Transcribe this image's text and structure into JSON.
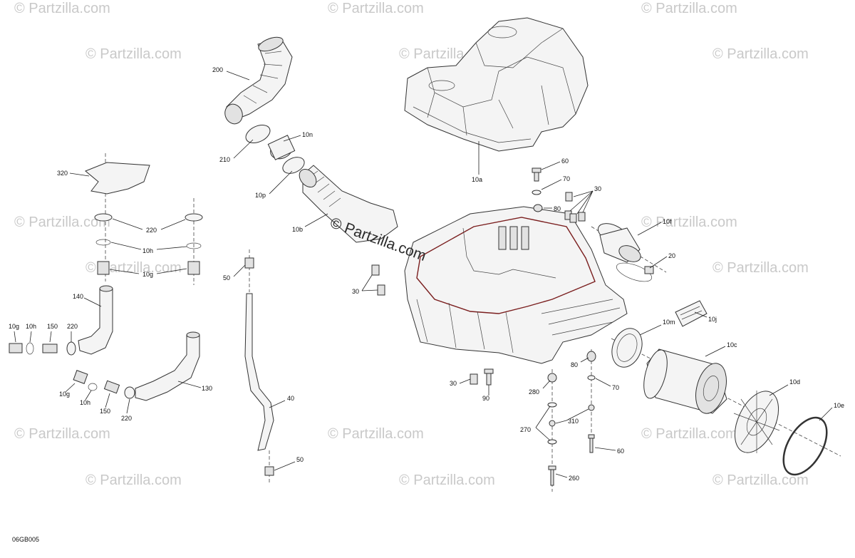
{
  "watermark": {
    "text": "© Partzilla.com",
    "main_text": "© Partzilla.com"
  },
  "diagram_code": "06GB005",
  "callouts": {
    "c200": "200",
    "c210": "210",
    "c10n": "10n",
    "c10p": "10p",
    "c10b": "10b",
    "c320": "320",
    "c220a": "220",
    "c10h_a": "10h",
    "c10g_a": "10g",
    "c140": "140",
    "c10g_b": "10g",
    "c10h_b": "10h",
    "c150_a": "150",
    "c220_b": "220",
    "c10g_c": "10g",
    "c10h_c": "10h",
    "c150_b": "150",
    "c220_c": "220",
    "c130": "130",
    "c50_a": "50",
    "c40": "40",
    "c50_b": "50",
    "c30_a": "30",
    "c10a": "10a",
    "c60_a": "60",
    "c70_a": "70",
    "c30_b": "30",
    "c80_a": "80",
    "c10f": "10f",
    "c20": "20",
    "c10j": "10j",
    "c10m": "10m",
    "c10c": "10c",
    "c10d": "10d",
    "c10e": "10e",
    "c30_c": "30",
    "c90": "90",
    "c280": "280",
    "c80_b": "80",
    "c70_b": "70",
    "c270": "270",
    "c310": "310",
    "c60_b": "60",
    "c260": "260"
  }
}
